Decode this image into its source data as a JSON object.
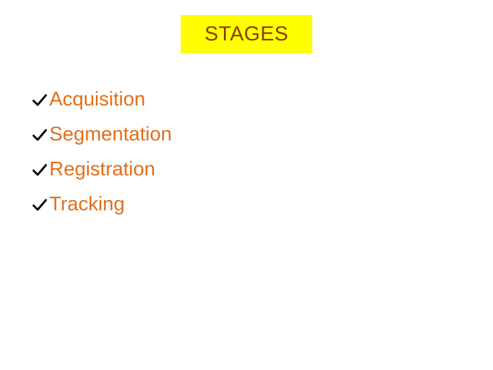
{
  "slide": {
    "title": "STAGES",
    "colors": {
      "title_background": "#ffff00",
      "title_text": "#8b3a0f",
      "bullet_text": "#e26f1a",
      "check": "#000000"
    },
    "bullet_icon": "checkmark-icon",
    "items": [
      {
        "label": "Acquisition"
      },
      {
        "label": "Segmentation"
      },
      {
        "label": "Registration"
      },
      {
        "label": "Tracking"
      }
    ]
  }
}
